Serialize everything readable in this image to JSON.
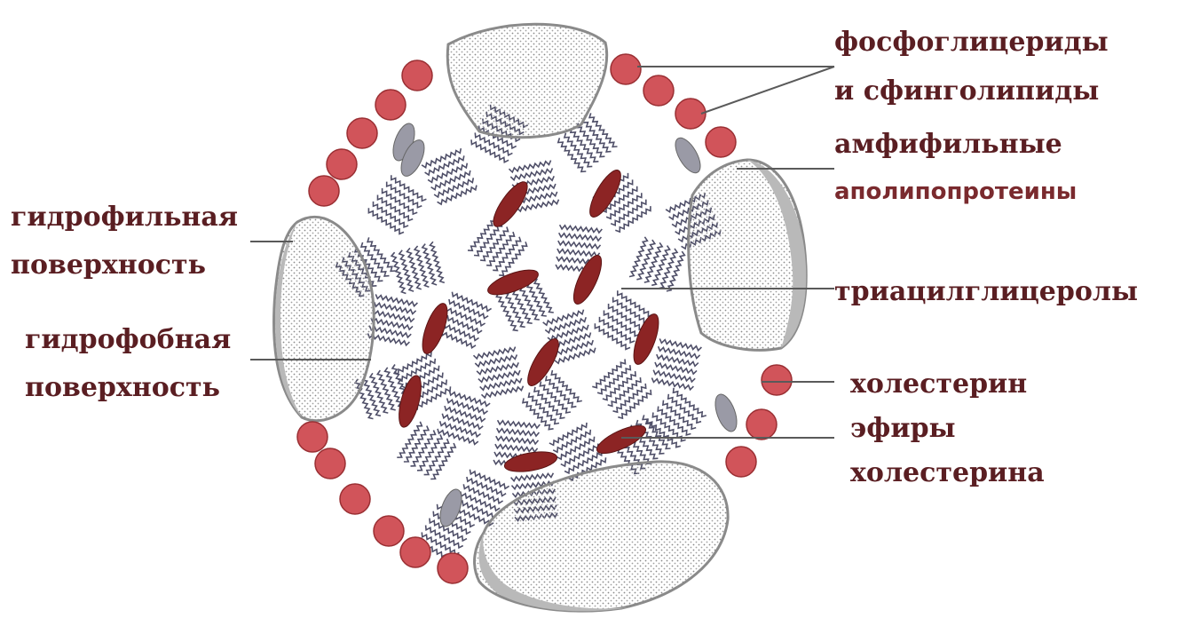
{
  "colors": {
    "label_dark": "#5a1e22",
    "label_apo": "#7a2a2e",
    "phospholipid_head": "#d1545a",
    "triacylglycerol": "#8c2424",
    "cholesterol": "#9a9aa6",
    "chain": "#4f4f68",
    "protein_fill": "#f3f3f3",
    "protein_edge": "#9b9b9b"
  },
  "labels": {
    "phospholipids_line1": "фосфоглицериды",
    "phospholipids_line2": "и сфинголипиды",
    "amphiphilic": "амфифильные",
    "apolipoproteins": "аполипопротеины",
    "hydrophilic_line1": "гидрофильная",
    "hydrophilic_line2": "поверхность",
    "triacylglycerols": "триацилглицеролы",
    "hydrophobic_line1": "гидрофобная",
    "hydrophobic_line2": "поверхность",
    "cholesterol": "холестерин",
    "cholesterol_esters_line1": "эфиры",
    "cholesterol_esters_line2": "холестерина"
  }
}
